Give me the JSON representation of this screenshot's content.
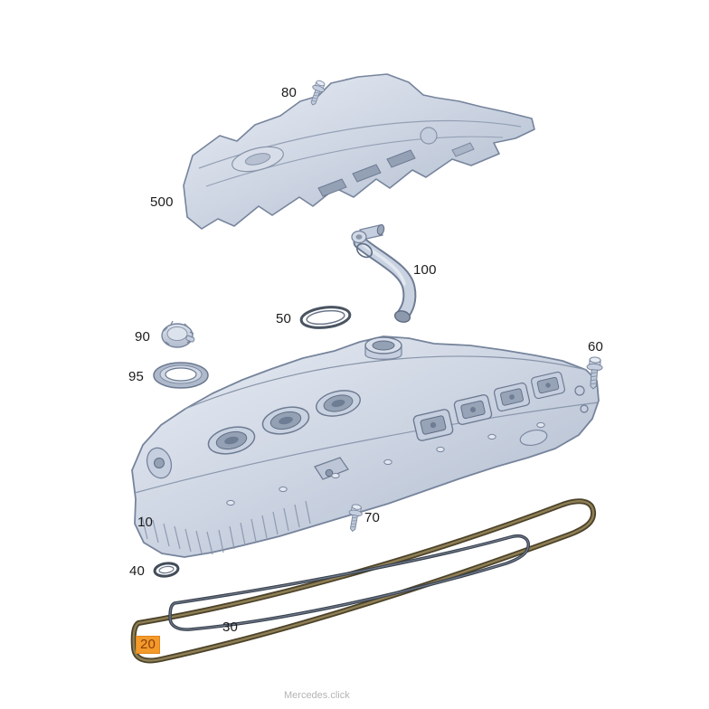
{
  "watermark": "Mercedes.click",
  "colors": {
    "background": "#ffffff",
    "part_fill": "#ccd4e2",
    "part_outline": "#76849c",
    "gasket_outer_brown": "#6b5d39",
    "gasket_inner_dark": "#444e5c",
    "label_text": "#1b1b1b",
    "highlight_bg": "#f39a2b",
    "highlight_text": "#8c3f0c",
    "watermark_text": "#b4b4b4"
  },
  "labels": [
    {
      "text": "80",
      "highlighted": false
    },
    {
      "text": "500",
      "highlighted": false
    },
    {
      "text": "100",
      "highlighted": false
    },
    {
      "text": "50",
      "highlighted": false
    },
    {
      "text": "90",
      "highlighted": false
    },
    {
      "text": "95",
      "highlighted": false
    },
    {
      "text": "60",
      "highlighted": false
    },
    {
      "text": "10",
      "highlighted": false
    },
    {
      "text": "70",
      "highlighted": false
    },
    {
      "text": "40",
      "highlighted": false
    },
    {
      "text": "30",
      "highlighted": false
    },
    {
      "text": "20",
      "highlighted": true
    }
  ]
}
